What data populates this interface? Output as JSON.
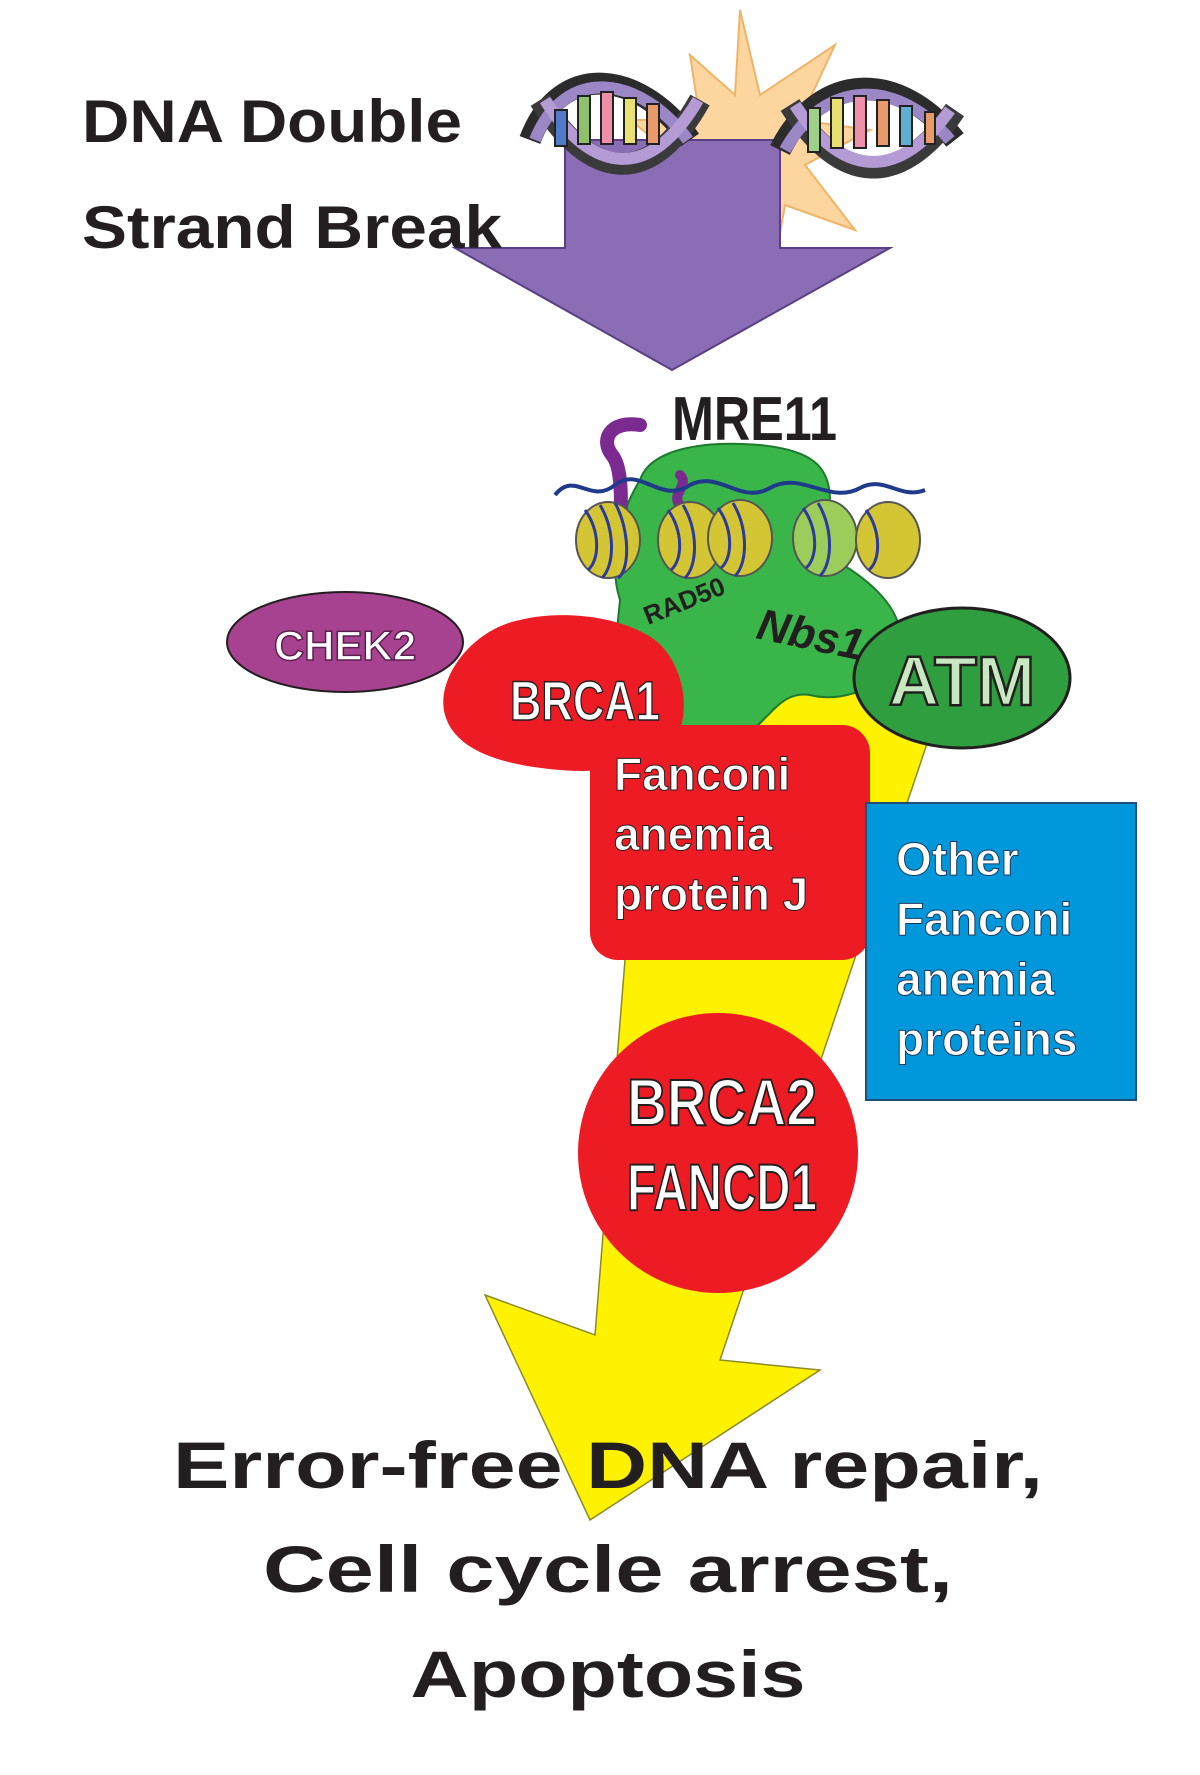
{
  "title": {
    "line1": "DNA Double",
    "line2": "Strand Break"
  },
  "nodes": {
    "mre11": "MRE11",
    "rad50": "RAD50",
    "nbs1": "Nbs1",
    "atm": "ATM",
    "chek2": "CHEK2",
    "brca1": "BRCA1",
    "fancj": {
      "line1": "Fanconi",
      "line2": "anemia",
      "line3": "protein J"
    },
    "other_fanconi": {
      "line1": "Other",
      "line2": "Fanconi",
      "line3": "anemia",
      "line4": "proteins"
    },
    "brca2": {
      "line1": "BRCA2",
      "line2": "FANCD1"
    }
  },
  "outcome": {
    "line1": "Error-free DNA repair,",
    "line2": "Cell cycle arrest,",
    "line3": "Apoptosis"
  },
  "colors": {
    "purple_arrow": "#8b6db5",
    "yellow_arrow": "#fff200",
    "green_complex": "#39b54a",
    "atm_green": "#2e9e3e",
    "atm_text": "#c7e8c0",
    "chek2_purple": "#a6428f",
    "red": "#ed1c24",
    "blue_box": "#0098da",
    "burst": "#fdd49a",
    "nucleosome": "#d4c534",
    "text_dark": "#231f20"
  }
}
